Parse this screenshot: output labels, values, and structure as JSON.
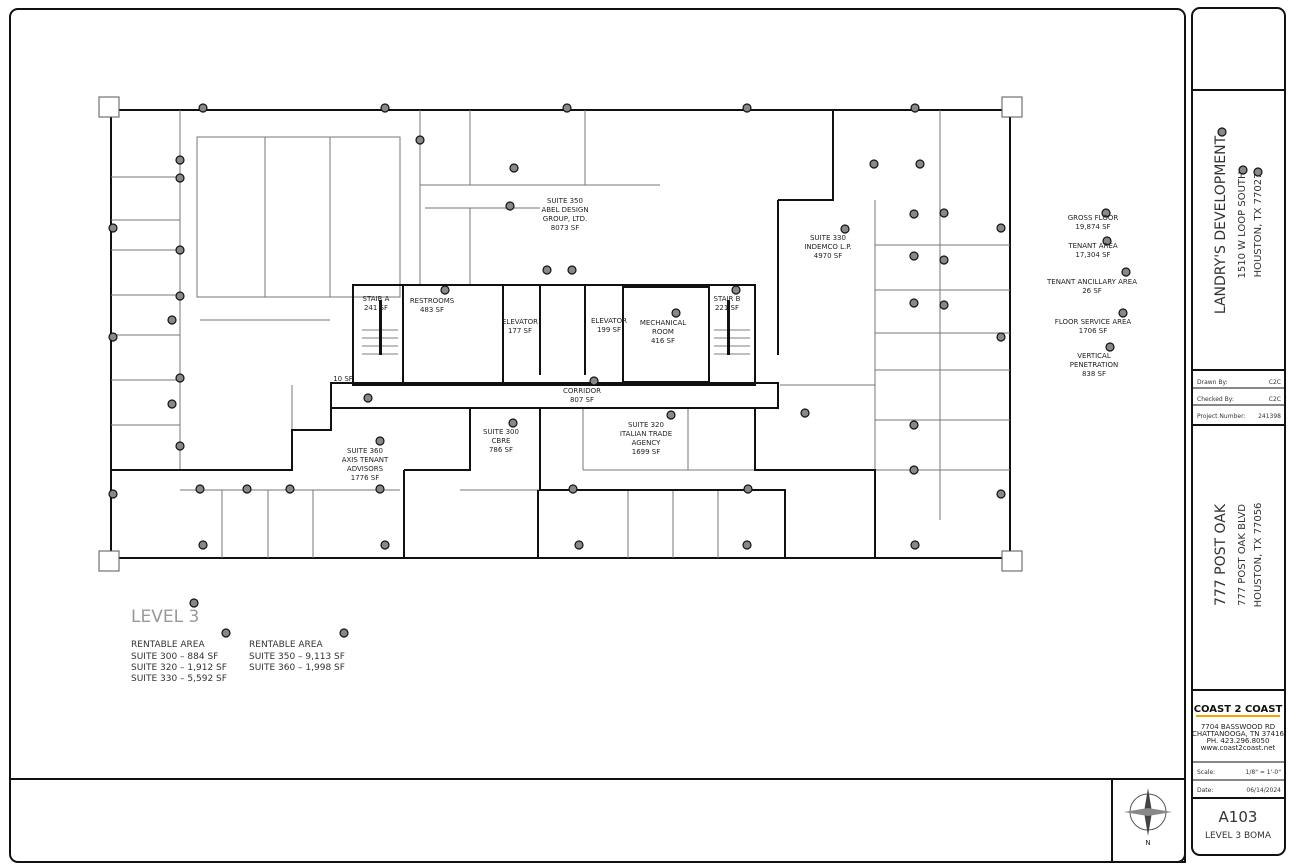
{
  "sheet": {
    "client": {
      "name": "LANDRY'S DEVELOPMENT",
      "address1": "1510 W LOOP SOUTH",
      "address2": "HOUSTON, TX 77027"
    },
    "project": {
      "name": "777 POST OAK",
      "address1": "777 POST OAK BLVD",
      "address2": "HOUSTON, TX 77056"
    },
    "drawn_by": {
      "label": "Drawn By:",
      "value": "C2C"
    },
    "checked_by": {
      "label": "Checked By:",
      "value": "C2C"
    },
    "project_number": {
      "label": "Project Number:",
      "value": "241398"
    },
    "firm": {
      "logo": "COAST 2 COAST",
      "line1": "7704 BASSWOOD RD",
      "line2": "CHATTANOOGA, TN 37416",
      "line3": "PH. 423.296.8050",
      "line4": "www.coast2coast.net"
    },
    "scale": {
      "label": "Scale:",
      "value": "1/8\" = 1'-0\""
    },
    "date": {
      "label": "Date:",
      "value": "06/14/2024"
    },
    "sheet_number": "A103",
    "sheet_title": "LEVEL 3 BOMA",
    "compass_icon": "north-arrow-compass",
    "compass_letter": "N"
  },
  "summary": {
    "gross_floor": {
      "label": "GROSS FLOOR",
      "value": "19,874 SF"
    },
    "tenant_area": {
      "label": "TENANT AREA",
      "value": "17,304 SF"
    },
    "tenant_ancillary": {
      "label": "TENANT ANCILLARY AREA",
      "value": "26 SF"
    },
    "floor_service": {
      "label": "FLOOR SERVICE AREA",
      "value": "1706 SF"
    },
    "vertical": {
      "label1": "VERTICAL",
      "label2": "PENETRATION",
      "value": "838 SF"
    }
  },
  "level": {
    "title": "LEVEL 3",
    "left": {
      "heading": "RENTABLE AREA",
      "rows": [
        "SUITE 300 – 884 SF",
        "SUITE 320 – 1,912 SF",
        "SUITE 330 – 5,592 SF"
      ]
    },
    "right": {
      "heading": "RENTABLE AREA",
      "rows": [
        "SUITE 350 – 9,113 SF",
        "SUITE 360 – 1,998 SF"
      ]
    }
  },
  "rooms": {
    "suite350": [
      "SUITE 350",
      "ABEL DESIGN",
      "GROUP, LTD.",
      "8073 SF"
    ],
    "suite330": [
      "SUITE 330",
      "INDEMCO L.P.",
      "4970 SF"
    ],
    "stairA": [
      "STAIR A",
      "241 SF"
    ],
    "restrooms": [
      "RESTROOMS",
      "483 SF"
    ],
    "elev1": [
      "ELEVATOR",
      "177 SF"
    ],
    "elev2": [
      "ELEVATOR",
      "199 SF"
    ],
    "mech": [
      "MECHANICAL",
      "ROOM",
      "416 SF"
    ],
    "stairB": [
      "STAIR B",
      "221 SF"
    ],
    "corridor": [
      "CORRIDOR",
      "807 SF"
    ],
    "small": "10 SF",
    "suite360": [
      "SUITE 360",
      "AXIS TENANT",
      "ADVISORS",
      "1776 SF"
    ],
    "suite300": [
      "SUITE 300",
      "CBRE",
      "786 SF"
    ],
    "suite320": [
      "SUITE 320",
      "ITALIAN TRADE",
      "AGENCY",
      "1699 SF"
    ]
  }
}
